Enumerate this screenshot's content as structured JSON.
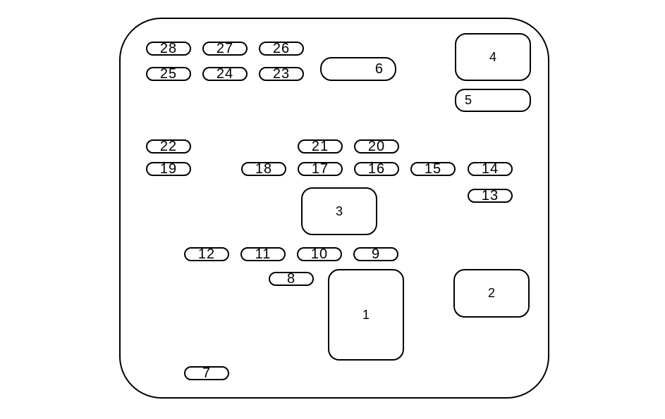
{
  "components": [
    {
      "id": "28",
      "label": "28",
      "kind": "fuse"
    },
    {
      "id": "27",
      "label": "27",
      "kind": "fuse"
    },
    {
      "id": "26",
      "label": "26",
      "kind": "fuse"
    },
    {
      "id": "25",
      "label": "25",
      "kind": "fuse"
    },
    {
      "id": "24",
      "label": "24",
      "kind": "fuse"
    },
    {
      "id": "23",
      "label": "23",
      "kind": "fuse"
    },
    {
      "id": "6",
      "label": "6",
      "kind": "maxi-fuse"
    },
    {
      "id": "4",
      "label": "4",
      "kind": "relay"
    },
    {
      "id": "5",
      "label": "5",
      "kind": "maxi-fuse"
    },
    {
      "id": "22",
      "label": "22",
      "kind": "fuse"
    },
    {
      "id": "21",
      "label": "21",
      "kind": "fuse"
    },
    {
      "id": "20",
      "label": "20",
      "kind": "fuse"
    },
    {
      "id": "19",
      "label": "19",
      "kind": "fuse"
    },
    {
      "id": "18",
      "label": "18",
      "kind": "fuse"
    },
    {
      "id": "17",
      "label": "17",
      "kind": "fuse"
    },
    {
      "id": "16",
      "label": "16",
      "kind": "fuse"
    },
    {
      "id": "15",
      "label": "15",
      "kind": "fuse"
    },
    {
      "id": "14",
      "label": "14",
      "kind": "fuse"
    },
    {
      "id": "13",
      "label": "13",
      "kind": "fuse"
    },
    {
      "id": "3",
      "label": "3",
      "kind": "relay"
    },
    {
      "id": "12",
      "label": "12",
      "kind": "fuse"
    },
    {
      "id": "11",
      "label": "11",
      "kind": "fuse"
    },
    {
      "id": "10",
      "label": "10",
      "kind": "fuse"
    },
    {
      "id": "9",
      "label": "9",
      "kind": "fuse"
    },
    {
      "id": "8",
      "label": "8",
      "kind": "fuse"
    },
    {
      "id": "1",
      "label": "1",
      "kind": "relay"
    },
    {
      "id": "2",
      "label": "2",
      "kind": "relay"
    },
    {
      "id": "7",
      "label": "7",
      "kind": "fuse"
    }
  ]
}
